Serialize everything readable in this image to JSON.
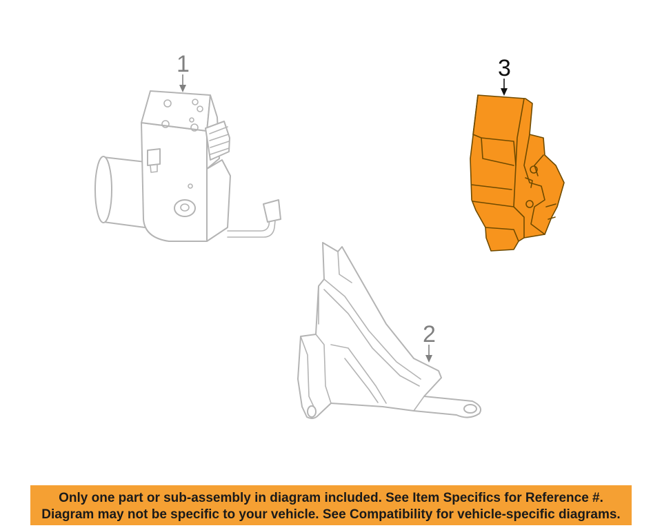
{
  "callouts": [
    {
      "number": "1"
    },
    {
      "number": "2"
    },
    {
      "number": "3"
    }
  ],
  "colors": {
    "highlight_part": "#f7941d",
    "banner_background": "#f5a033",
    "line_art": "#b4b4b4",
    "callout_gray": "#808080",
    "callout_dark": "#111111"
  },
  "notice": {
    "line1": "Only one part or sub-assembly in diagram included. See Item Specifics for Reference #.",
    "line2": "Diagram may not be specific to your vehicle. See Compatibility for vehicle-specific diagrams."
  }
}
